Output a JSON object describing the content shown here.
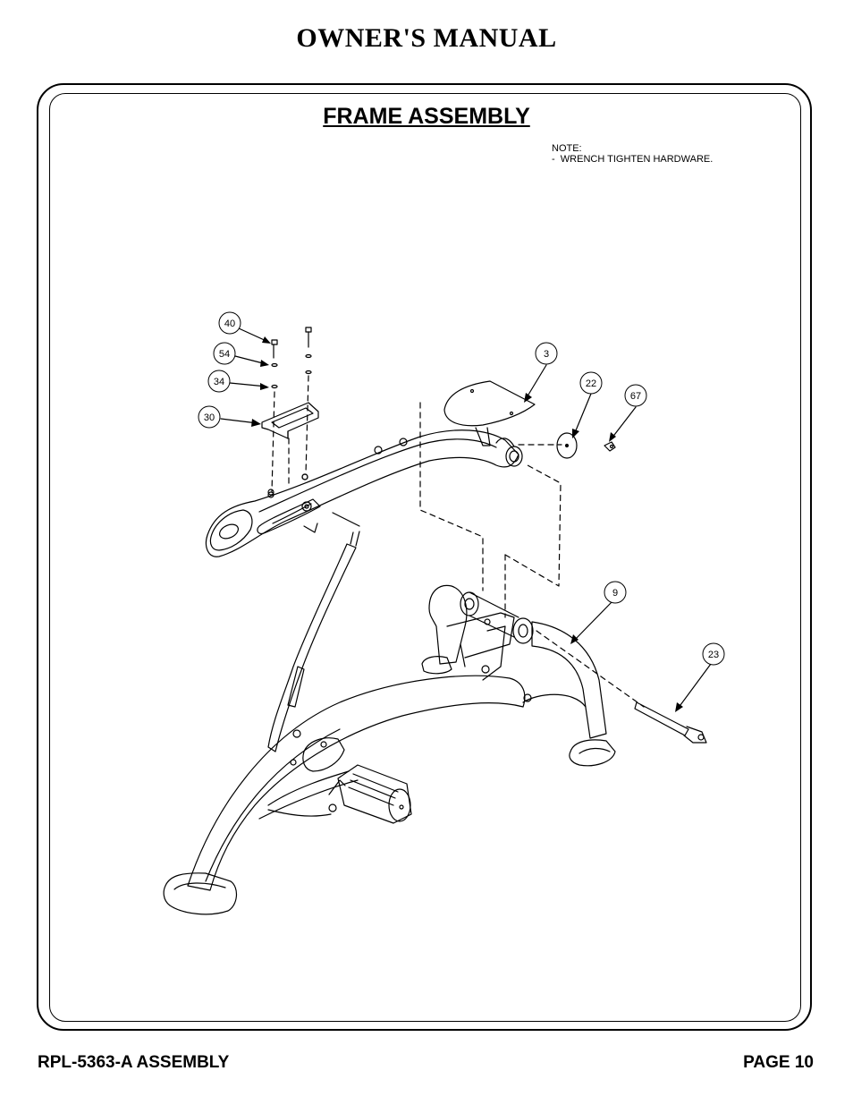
{
  "header": {
    "title": "OWNER'S MANUAL"
  },
  "section": {
    "title": "FRAME ASSEMBLY"
  },
  "note": {
    "heading": "NOTE:",
    "items": [
      "-  WRENCH TIGHTEN HARDWARE."
    ]
  },
  "callouts": [
    "40",
    "54",
    "34",
    "30",
    "3",
    "22",
    "67",
    "9",
    "23"
  ],
  "footer": {
    "left": "RPL-5363-A ASSEMBLY",
    "right": "PAGE 10"
  }
}
